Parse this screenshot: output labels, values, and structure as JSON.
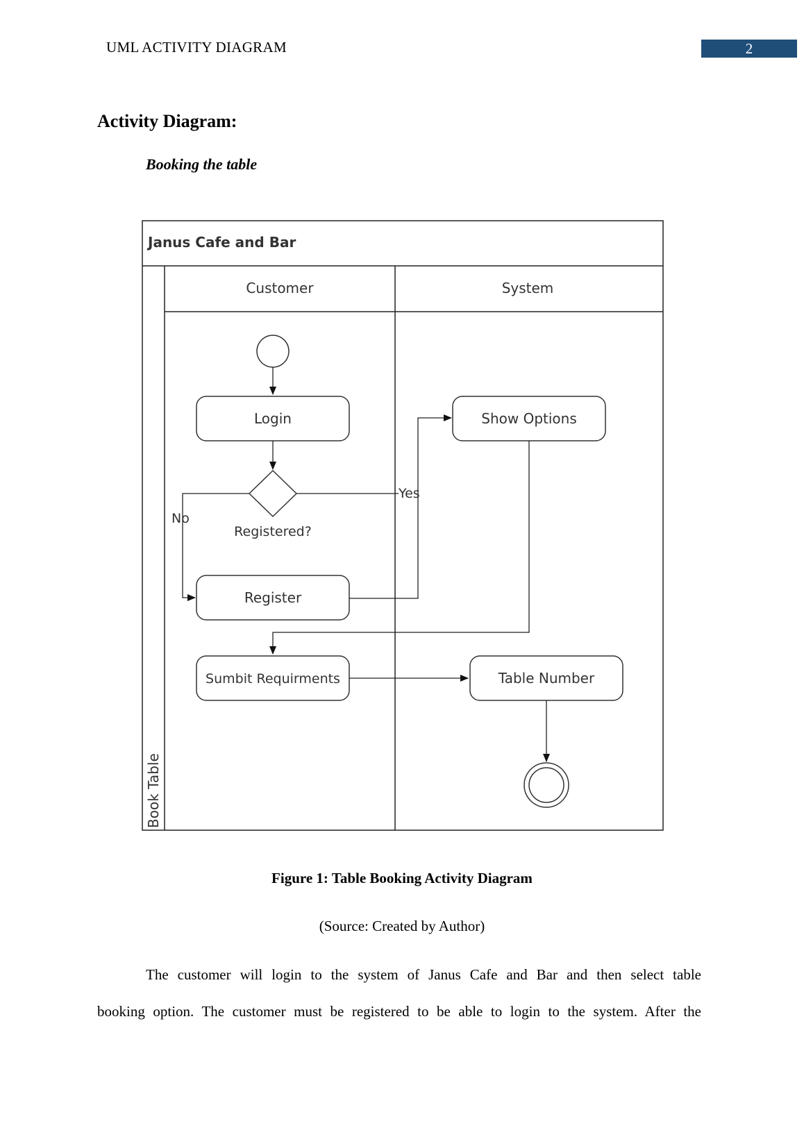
{
  "header": {
    "running_title": "UML ACTIVITY DIAGRAM",
    "page_number": "2",
    "page_box_color": "#1f4e79"
  },
  "heading": "Activity Diagram:",
  "subheading": "Booking the table",
  "diagram": {
    "title": "Janus Cafe and Bar",
    "side_label": "Book Table",
    "lanes": {
      "customer": "Customer",
      "system": "System"
    },
    "nodes": {
      "login": "Login",
      "decision": "Registered?",
      "register": "Register",
      "submit": "Sumbit Requirments",
      "show_options": "Show Options",
      "table_number": "Table Number"
    },
    "edges": {
      "no": "No",
      "yes": "Yes"
    }
  },
  "figure_caption": "Figure 1: Table Booking Activity Diagram",
  "source_caption": "(Source: Created by Author)",
  "paragraph": {
    "line1": "The customer will login to the system of Janus Cafe and Bar and then select table",
    "line2": "booking option. The customer must be registered to be able to login to the system. After the"
  }
}
